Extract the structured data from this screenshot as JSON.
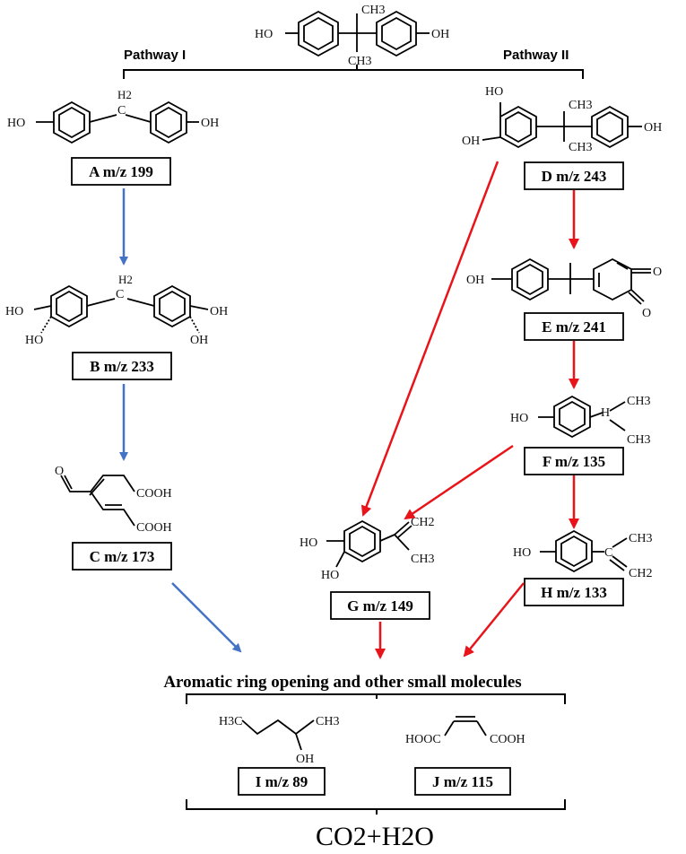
{
  "pathways": {
    "left": "Pathway I",
    "right": "Pathway II"
  },
  "colors": {
    "blue_arrow": "#4472C4",
    "red_arrow": "#E8141A"
  },
  "top_molecule": {
    "oh_left": "HO",
    "oh_right": "OH",
    "methyl_top": "CH3",
    "methyl_bottom": "CH3"
  },
  "compounds": {
    "A": {
      "label": "A m/z 199",
      "oh_left": "HO",
      "oh_right": "OH",
      "bridge": "H2",
      "bridge_c": "C"
    },
    "B": {
      "label": "B m/z 233",
      "oh_left": "HO",
      "oh_left2": "HO",
      "oh_right": "OH",
      "oh_right2": "OH",
      "bridge": "H2",
      "bridge_c": "C"
    },
    "C": {
      "label": "C m/z 173",
      "cooh1": "COOH",
      "cooh2": "COOH",
      "ald": "O"
    },
    "D": {
      "label": "D m/z 243",
      "oh1": "HO",
      "oh2": "OH",
      "oh3": "OH",
      "me1": "CH3",
      "me2": "CH3"
    },
    "E": {
      "label": "E m/z 241",
      "oh": "OH",
      "o1": "O",
      "o2": "O"
    },
    "F": {
      "label": "F m/z 135",
      "oh": "HO",
      "h": "H",
      "me1": "CH3",
      "me2": "CH3"
    },
    "G": {
      "label": "G m/z 149",
      "oh1": "HO",
      "oh2": "HO",
      "ch2": "CH2",
      "ch3": "CH3"
    },
    "H": {
      "label": "H m/z 133",
      "oh": "HO",
      "ch3": "CH3",
      "ch2": "CH2",
      "c": "C"
    },
    "I": {
      "label": "I m/z 89",
      "h3c": "H3C",
      "ch3": "CH3",
      "oh": "OH"
    },
    "J": {
      "label": "J m/z 115",
      "hooc": "HOOC",
      "cooh": "COOH"
    }
  },
  "ring_opening_heading": "Aromatic ring opening and other small molecules",
  "final_products": "CO2+H2O"
}
